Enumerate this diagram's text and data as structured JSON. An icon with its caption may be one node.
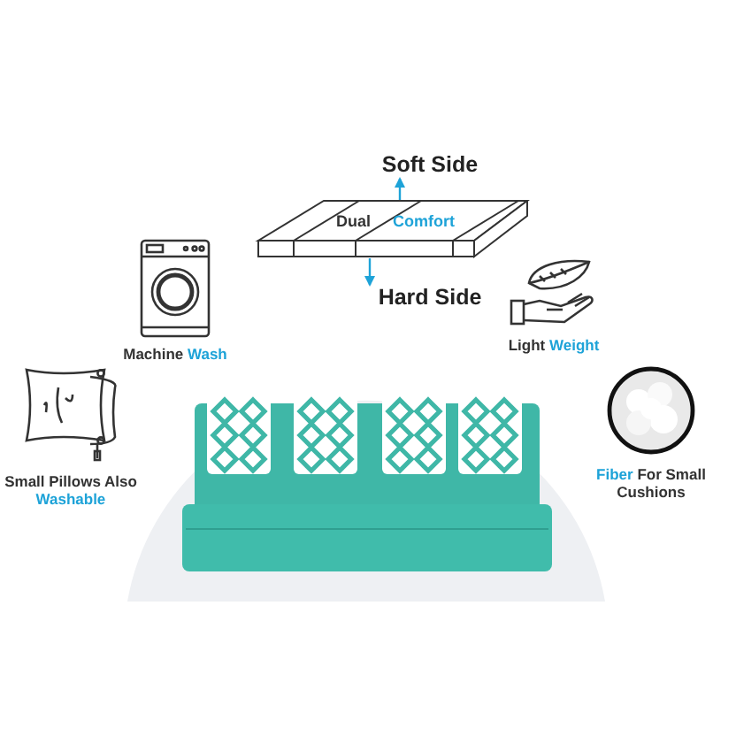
{
  "diagram": {
    "nodes": [
      {
        "text": [
          "Soft Side"
        ]
      },
      {
        "text": [
          "Dual",
          "Comfort"
        ]
      },
      {
        "text": [
          "Hard Side"
        ]
      },
      {
        "text": [
          "Machine",
          "Wash"
        ]
      },
      {
        "text": [
          "Light",
          "Weight"
        ]
      },
      {
        "text": [
          "Small Pillows Also",
          "Washable"
        ]
      },
      {
        "text": [
          "Fiber",
          "For Small Cushions"
        ]
      }
    ],
    "edges": [
      {
        "from": 1,
        "to": 0,
        "arrow": "to"
      },
      {
        "from": 1,
        "to": 2,
        "arrow": "to"
      }
    ]
  }
}
